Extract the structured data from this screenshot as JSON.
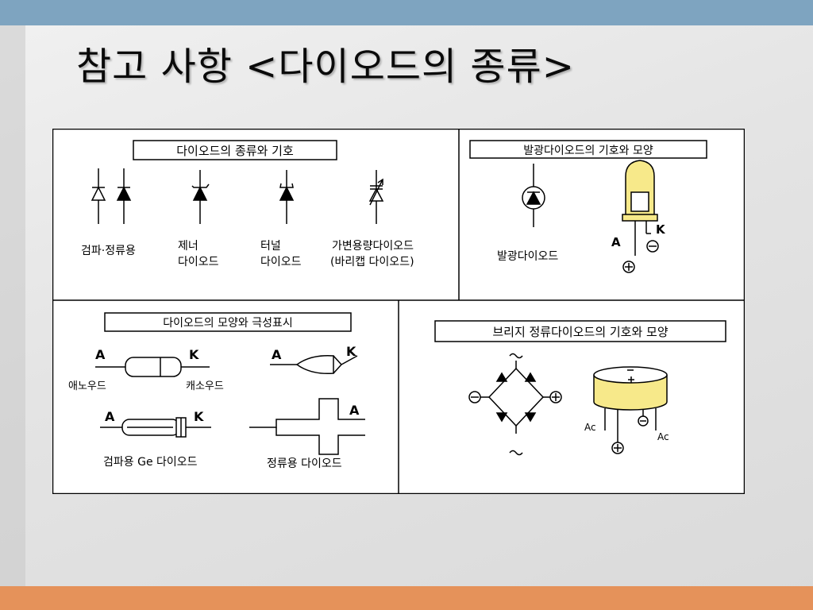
{
  "slide": {
    "title": "참고 사항 <다이오드의 종류>",
    "colors": {
      "top_bar": "#7ea4c0",
      "bottom_bar": "#e5925a",
      "led_body": "#f7e98a"
    }
  },
  "panels": {
    "types": {
      "heading": "다이오드의 종류와 기호",
      "labels": {
        "detect": "검파·정류용",
        "zener_1": "제너",
        "zener_2": "다이오드",
        "tunnel_1": "터널",
        "tunnel_2": "다이오드",
        "varicap_1": "가변용량다이오드",
        "varicap_2": "(바리캡 다이오드)"
      }
    },
    "led": {
      "heading": "발광다이오드의 기호와 모양",
      "label": "발광다이오드",
      "pin_a": "A",
      "pin_k": "K"
    },
    "polarity": {
      "heading": "다이오드의 모양와 극성표시",
      "a": "A",
      "k": "K",
      "anode": "애노우드",
      "cathode": "캐소우드",
      "ge": "검파용 Ge 다이오드",
      "rect": "정류용 다이오드"
    },
    "bridge": {
      "heading": "브리지 정류다이오드의 기호와 모양",
      "ac_left": "Ac",
      "ac_right": "Ac"
    }
  }
}
